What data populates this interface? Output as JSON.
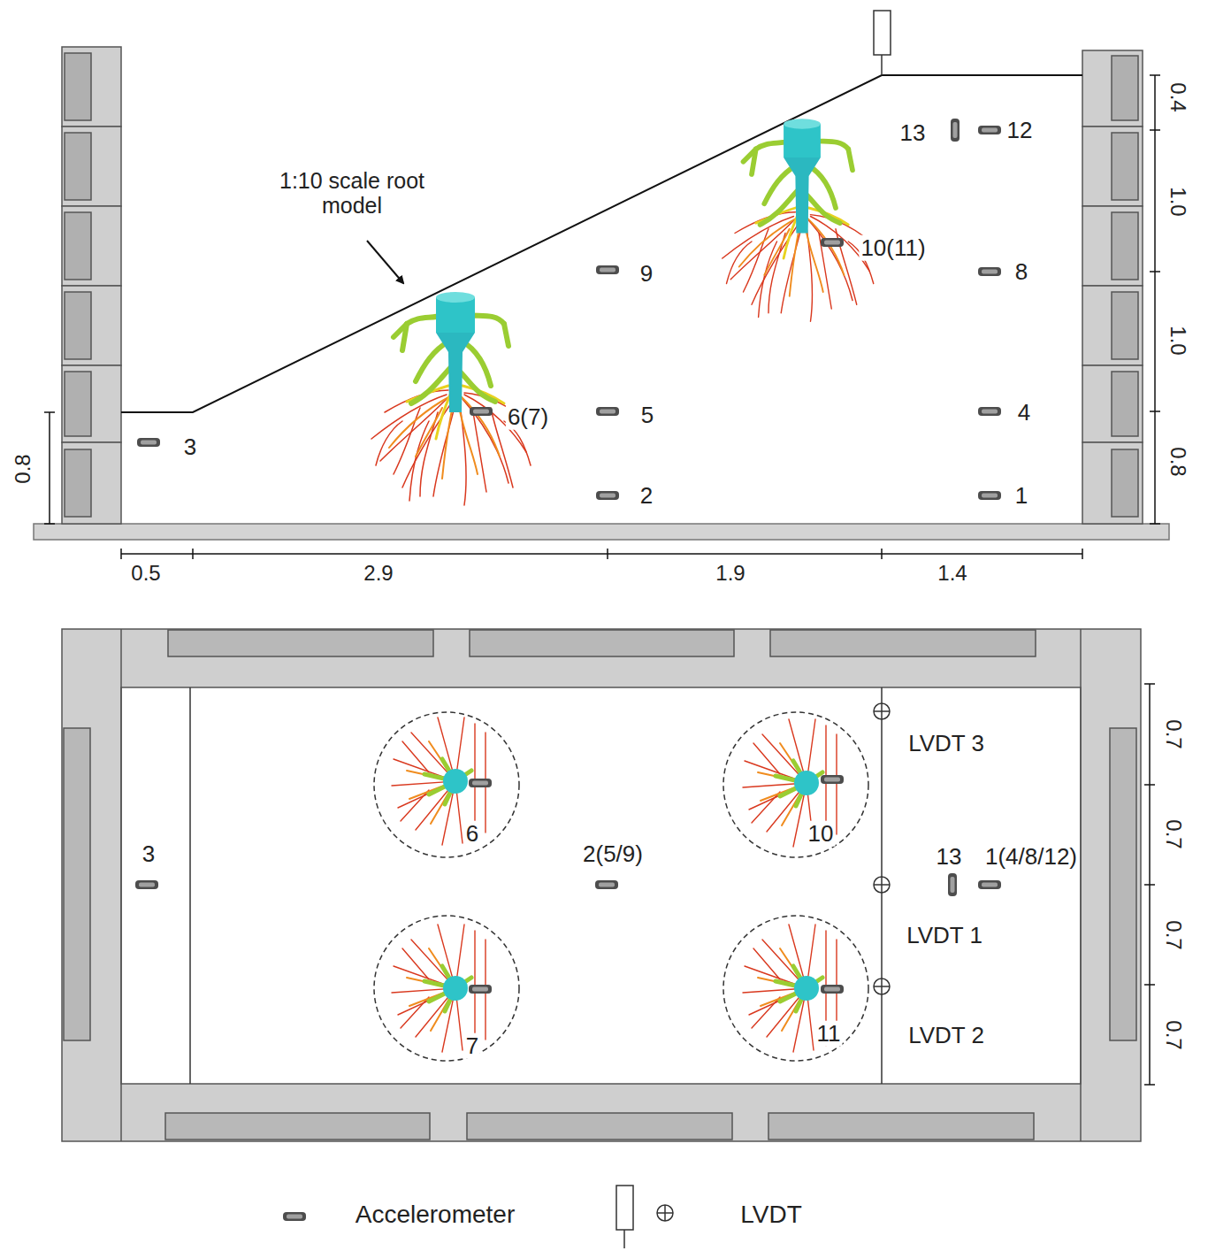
{
  "diagram": {
    "labels": [
      "1:10 scale root model",
      "13",
      "12",
      "9",
      "10(11)",
      "8",
      "6(7)",
      "5",
      "4",
      "3",
      "2",
      "1",
      "0.4",
      "1.0",
      "1.0",
      "0.8",
      "0.8",
      "0.5",
      "2.9",
      "1.9",
      "1.4",
      "6",
      "10",
      "7",
      "11",
      "3",
      "2(5/9)",
      "13",
      "1(4/8/12)",
      "LVDT 3",
      "LVDT 1",
      "LVDT 2",
      "0.7",
      "0.7",
      "0.7",
      "0.7"
    ],
    "legend": [
      {
        "text": "Accelerometer"
      },
      {
        "text": "LVDT"
      }
    ]
  }
}
